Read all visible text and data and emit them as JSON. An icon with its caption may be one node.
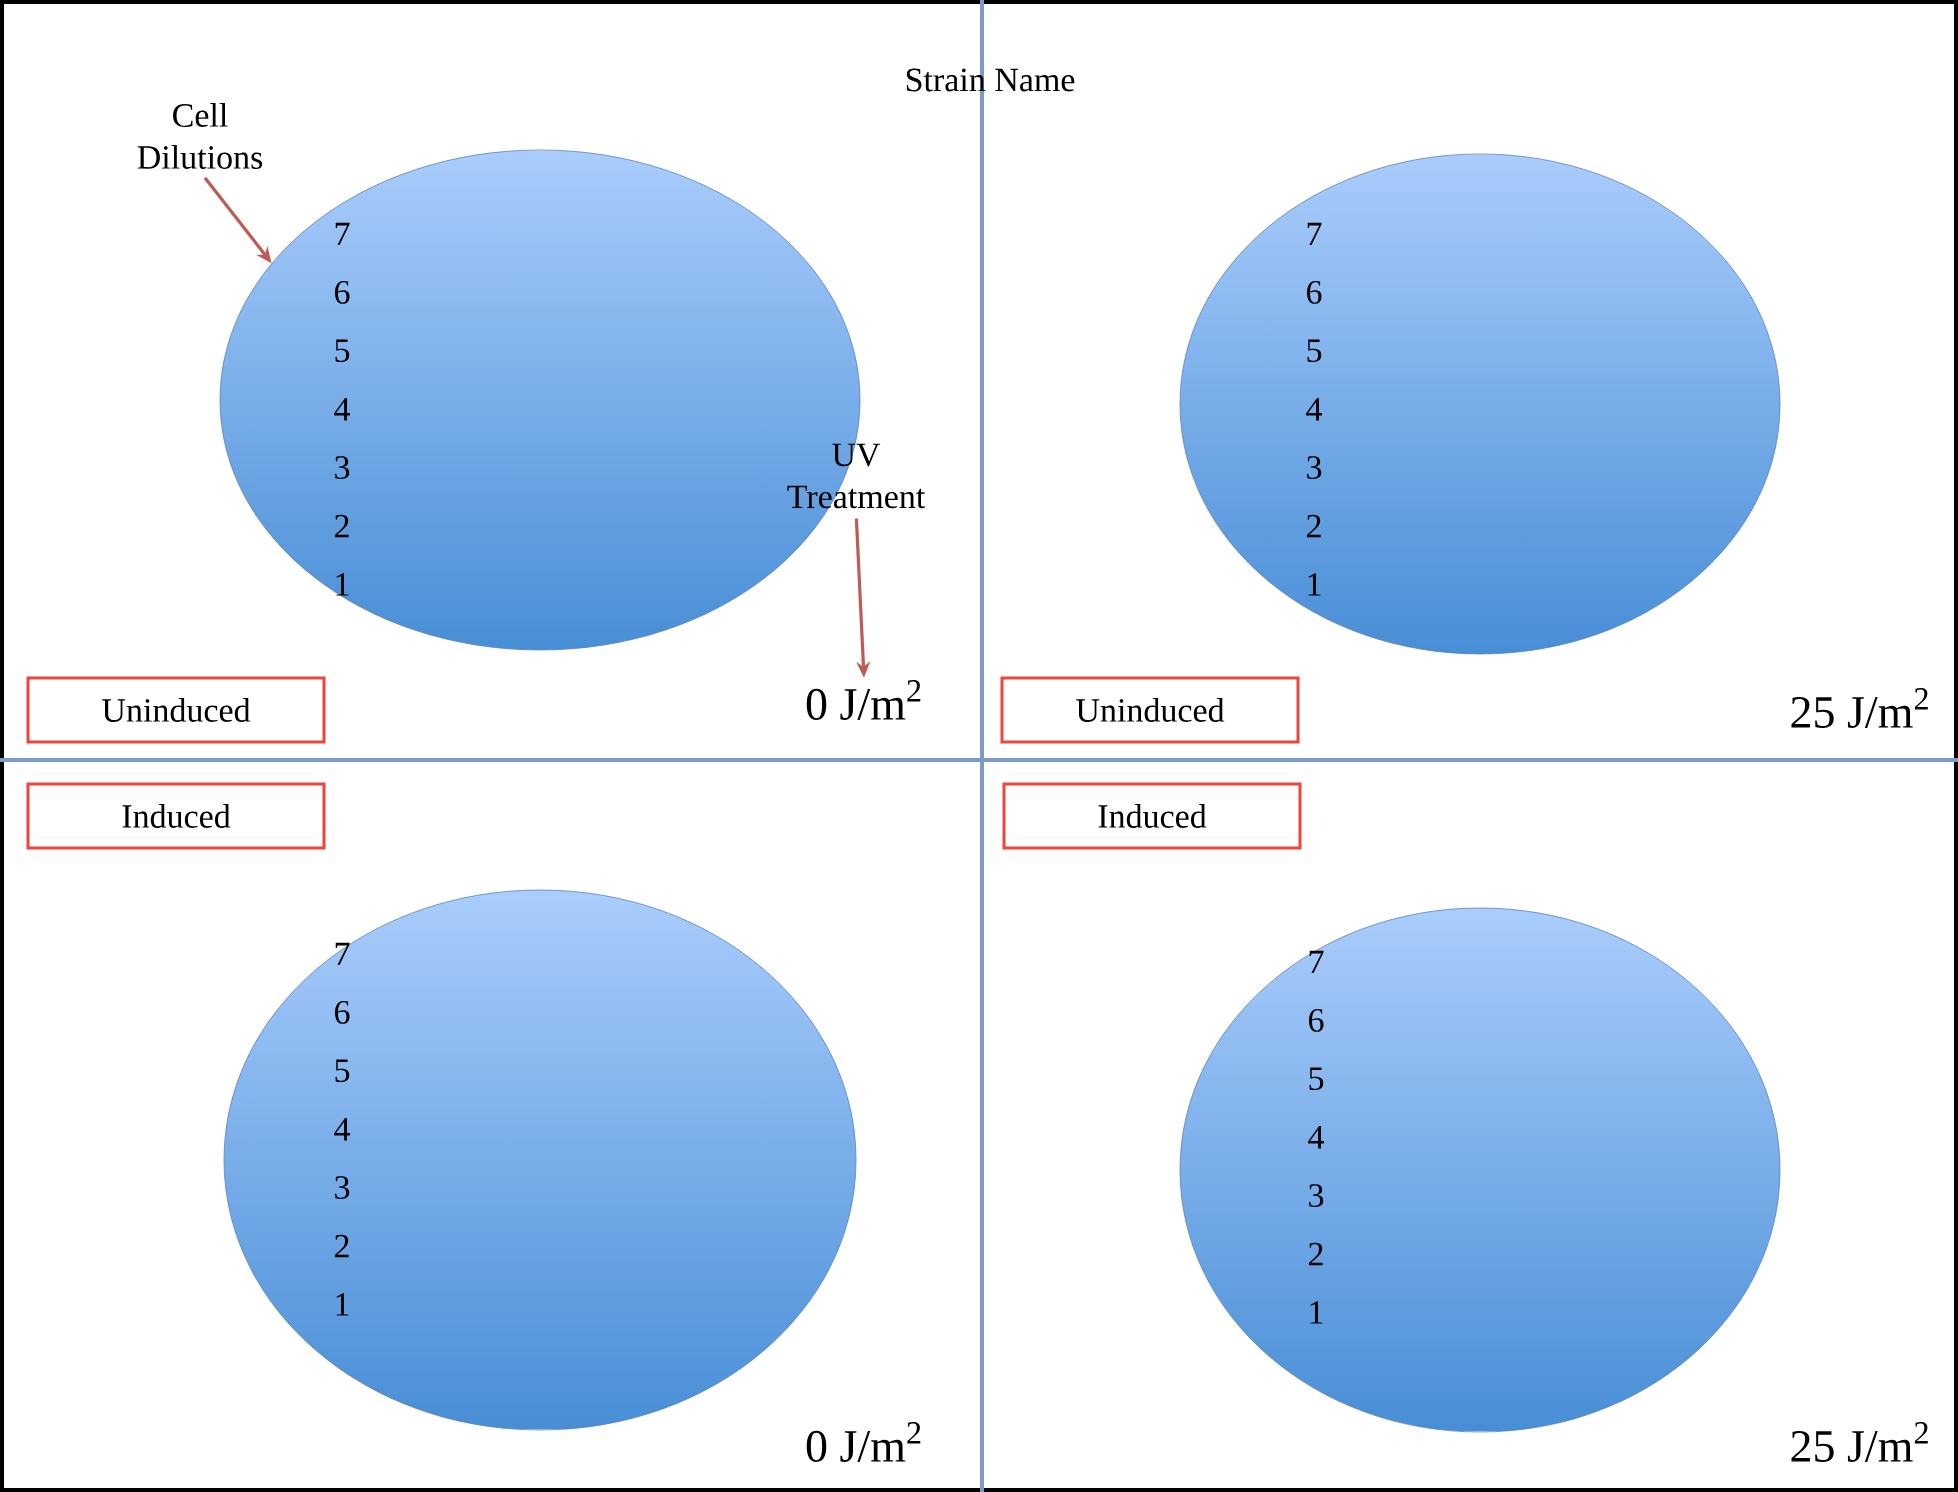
{
  "diagram": {
    "nodes": [
      {
        "text": [
          "Cell Dilutions"
        ]
      },
      {
        "text": [
          "7",
          "6",
          "5",
          "4",
          "3",
          "2",
          "1"
        ]
      },
      {
        "text": [
          "UV Treatment"
        ]
      },
      {
        "text": [
          "0 J/m$^{2}$"
        ]
      },
      {
        "text": [
          "Uninduced"
        ]
      },
      {
        "text": [
          "7",
          "6",
          "5",
          "4",
          "3",
          "2",
          "1"
        ]
      },
      {
        "text": [
          "Uninduced"
        ]
      },
      {
        "text": [
          "Induced"
        ]
      },
      {
        "text": [
          "7",
          "6",
          "5",
          "4",
          "3",
          "2",
          "1"
        ]
      },
      {
        "text": [
          "Induced"
        ]
      },
      {
        "text": [
          "7",
          "6",
          "5",
          "4",
          "3",
          "2",
          "1"
        ]
      }
    ],
    "edges": [
      {
        "from": 0,
        "to": 1,
        "arrow": "to"
      },
      {
        "from": 2,
        "to": 3,
        "arrow": "to"
      }
    ],
    "labels": [
      "Strain Name",
      "25 J/m$^{2}$",
      "0 J/m$^{2}$",
      "25 J/m$^{2}$"
    ]
  }
}
